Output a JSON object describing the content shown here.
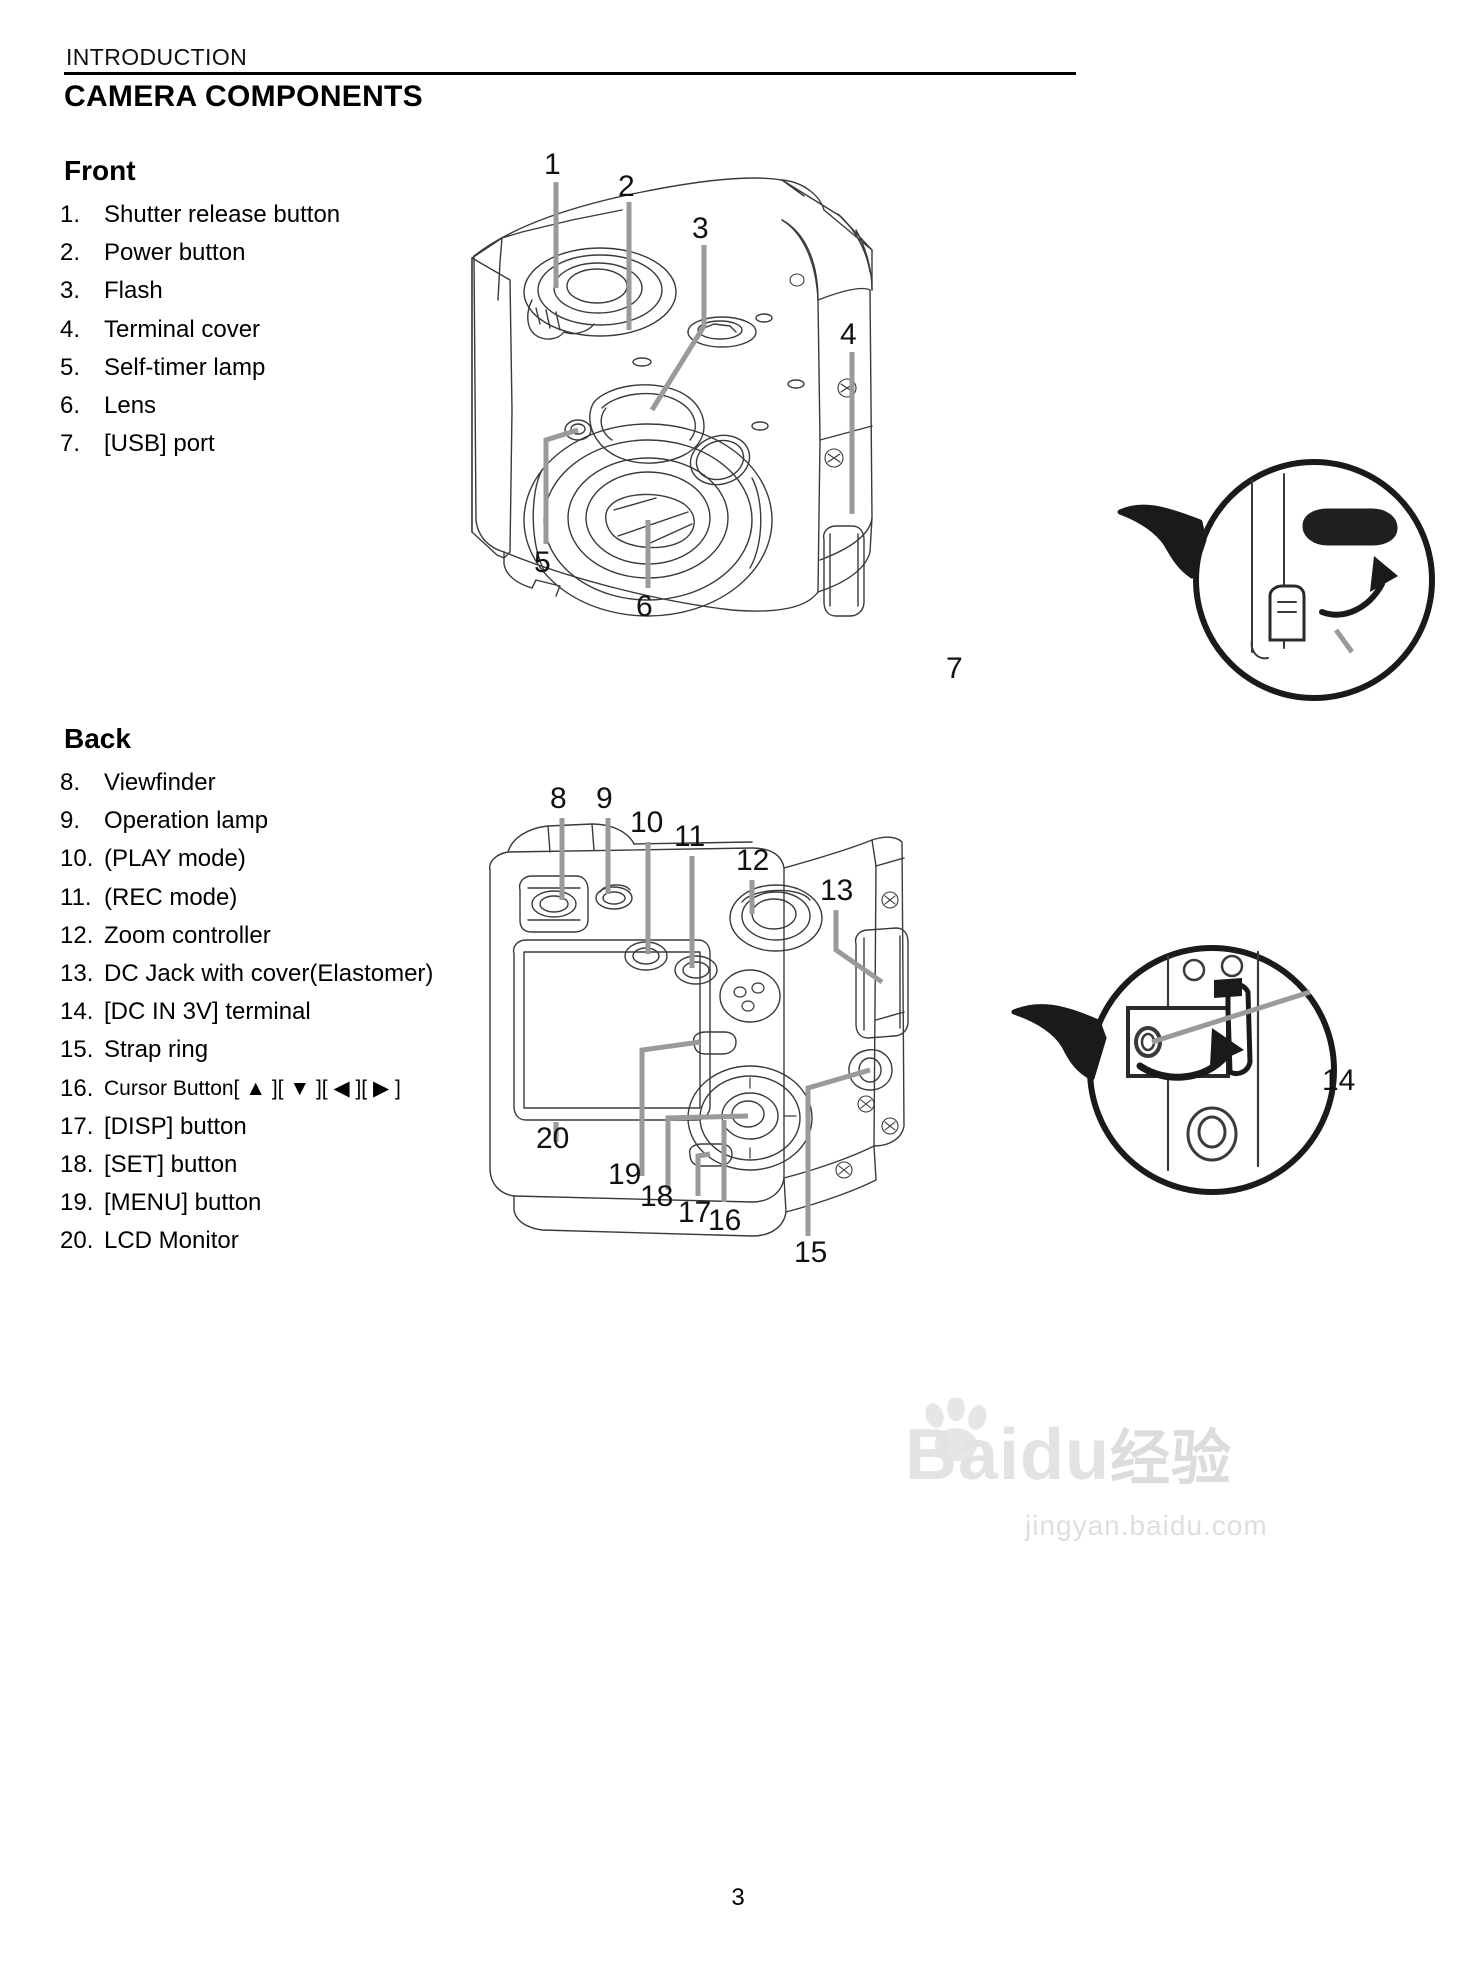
{
  "header": {
    "breadcrumb": "INTRODUCTION",
    "section_title": "CAMERA COMPONENTS"
  },
  "front": {
    "heading": "Front",
    "items": [
      {
        "num": "1.",
        "text": "Shutter release button"
      },
      {
        "num": "2.",
        "text": "Power button"
      },
      {
        "num": "3.",
        "text": "Flash"
      },
      {
        "num": "4.",
        "text": "Terminal cover"
      },
      {
        "num": "5.",
        "text": "Self-timer lamp"
      },
      {
        "num": "6.",
        "text": "Lens"
      },
      {
        "num": "7.",
        "text": "[USB] port"
      }
    ],
    "callouts": [
      "1",
      "2",
      "3",
      "4",
      "5",
      "6",
      "7"
    ]
  },
  "back": {
    "heading": "Back",
    "items": [
      {
        "num": "8.",
        "text": "Viewfinder"
      },
      {
        "num": "9.",
        "text": "Operation lamp"
      },
      {
        "num": "10.",
        "text": "(PLAY mode)"
      },
      {
        "num": "11.",
        "text": "(REC mode)"
      },
      {
        "num": "12.",
        "text": "Zoom controller"
      },
      {
        "num": "13.",
        "text": "DC Jack with cover(Elastomer)"
      },
      {
        "num": "14.",
        "text": "[DC IN 3V] terminal"
      },
      {
        "num": "15.",
        "text": "Strap ring"
      },
      {
        "num": "16.",
        "text": "Cursor Button[ ▲ ][ ▼ ][ ◀ ][ ▶ ]"
      },
      {
        "num": "17.",
        "text": "[DISP] button"
      },
      {
        "num": "18.",
        "text": "[SET] button"
      },
      {
        "num": "19.",
        "text": "[MENU] button"
      },
      {
        "num": "20.",
        "text": "LCD Monitor"
      }
    ],
    "callouts": [
      "8",
      "9",
      "10",
      "11",
      "12",
      "13",
      "14",
      "15",
      "16",
      "17",
      "18",
      "19",
      "20"
    ]
  },
  "footer": {
    "page_number": "3"
  },
  "watermark": {
    "brand": "Bai",
    "brand_mid": "du",
    "brand_cn": "经验",
    "url": "jingyan.baidu.com"
  },
  "colors": {
    "text": "#000000",
    "rule": "#000000",
    "leader_line": "#9a9a9a",
    "drawing_line": "#3a3a3a",
    "watermark": "#e3e3e6",
    "page_bg": "#ffffff"
  }
}
